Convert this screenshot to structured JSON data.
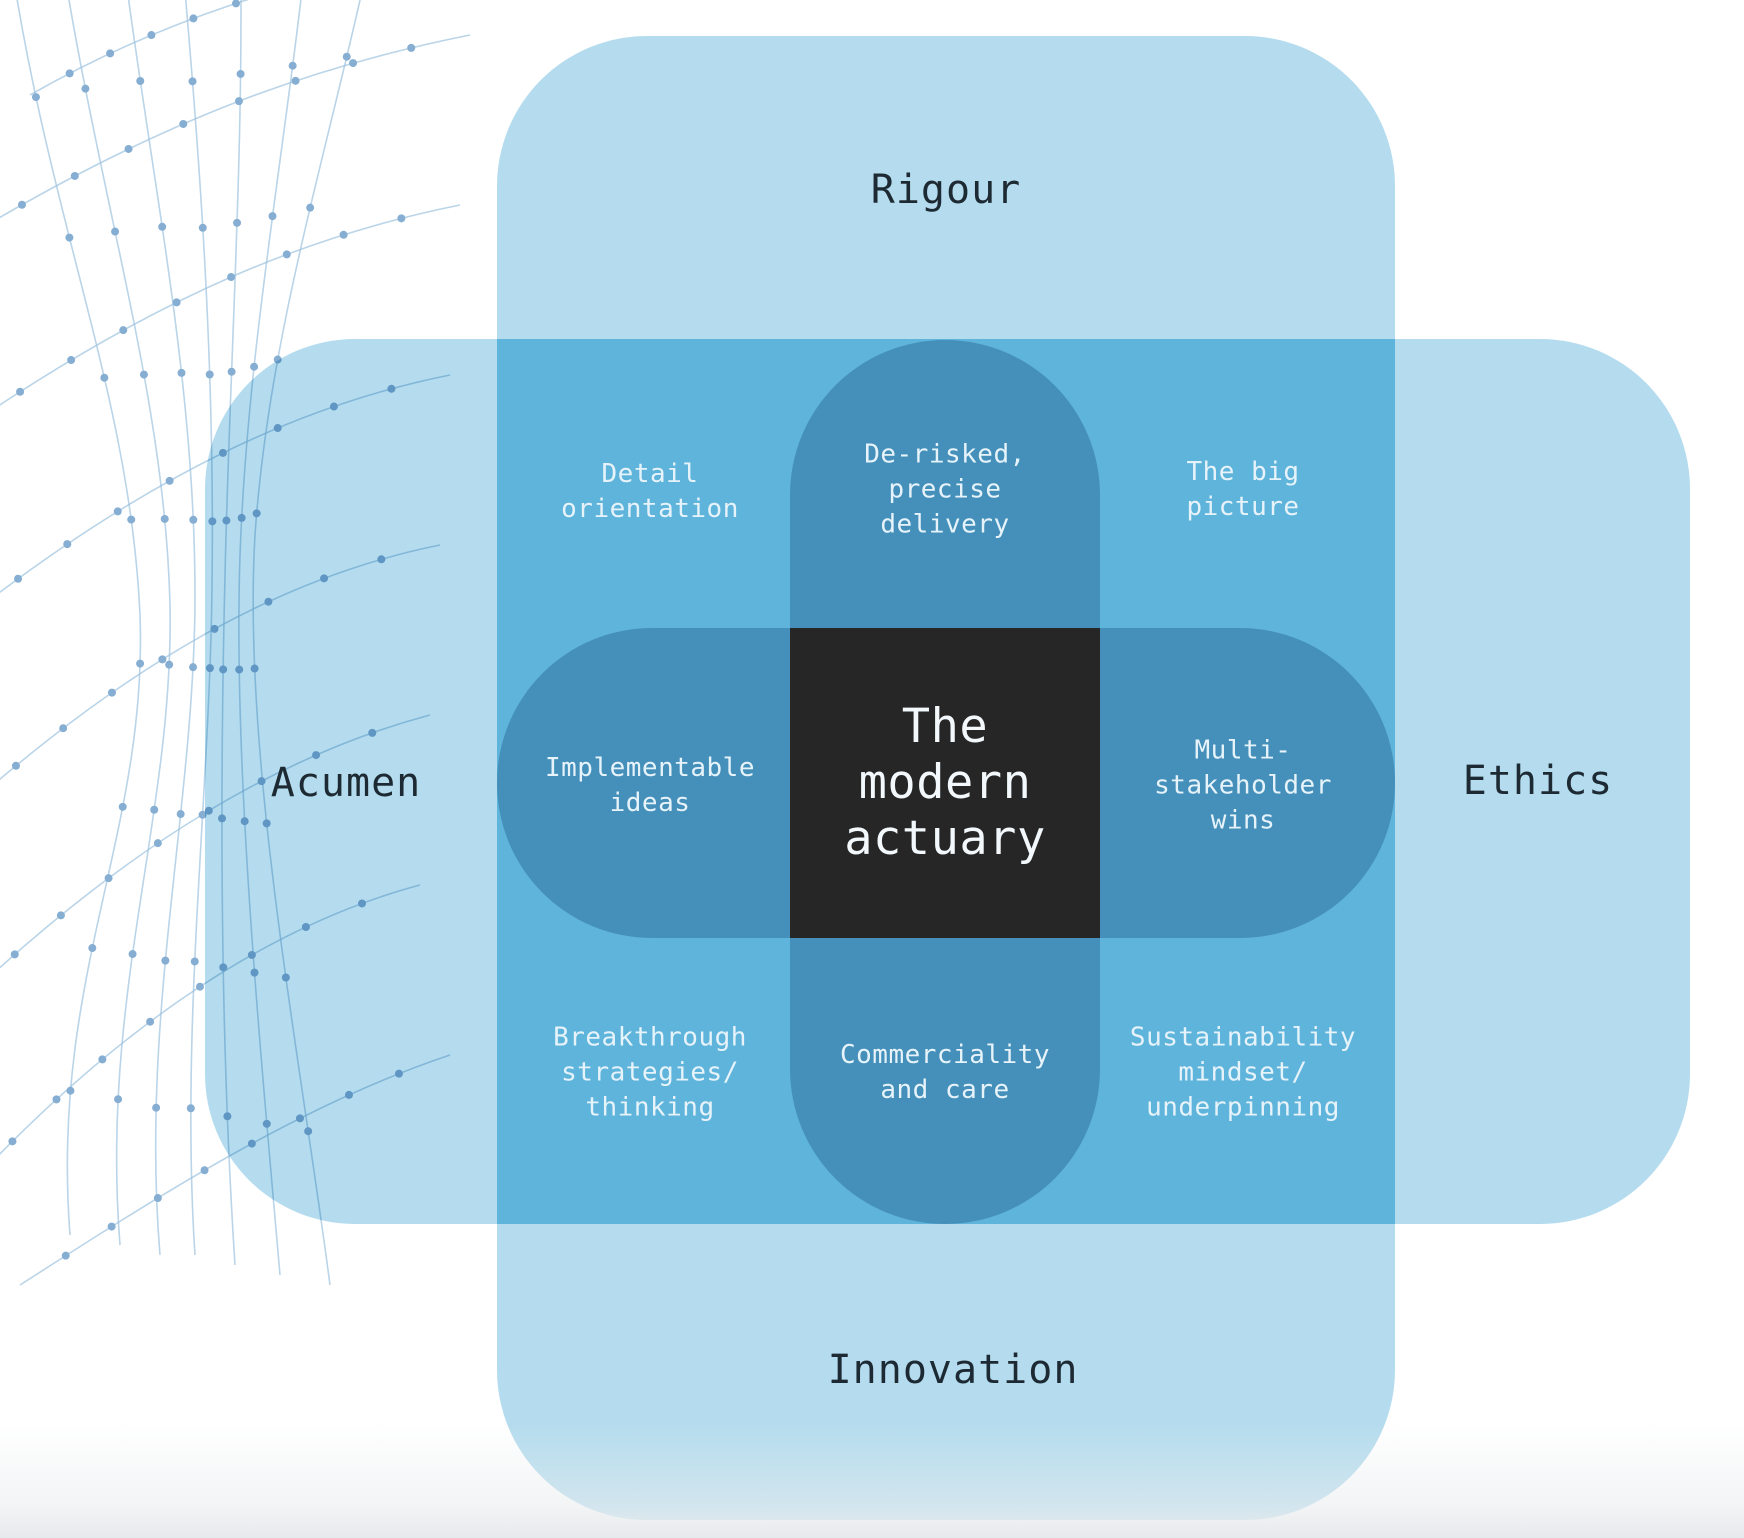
{
  "figure": {
    "center": {
      "lines": [
        "The",
        "modern",
        "actuary"
      ]
    },
    "outer_labels": {
      "top": "Rigour",
      "left": "Acumen",
      "right": "Ethics",
      "bottom": "Innovation"
    },
    "pill_notes": {
      "top": {
        "lines": [
          "De-risked,",
          "precise",
          "delivery"
        ]
      },
      "left": {
        "lines": [
          "Implementable",
          "ideas"
        ]
      },
      "right": {
        "lines": [
          "Multi-",
          "stakeholder",
          "wins"
        ]
      },
      "bottom": {
        "lines": [
          "Commerciality",
          "and care"
        ]
      }
    },
    "quadrant_notes": {
      "top_left": {
        "lines": [
          "Detail",
          "orientation"
        ]
      },
      "top_right": {
        "lines": [
          "The big",
          "picture"
        ]
      },
      "bottom_left": {
        "lines": [
          "Breakthrough",
          "strategies/",
          "thinking"
        ]
      },
      "bottom_right": {
        "lines": [
          "Sustainability",
          "mindset/",
          "underpinning"
        ]
      }
    },
    "colors": {
      "light_rect": "#b4dcee",
      "rect_overlap": "#5fb4db",
      "pill": "#4590ba",
      "center_square": "#262626",
      "dark_label_text": "#1d2a33",
      "light_note_text": "#e7f3fa",
      "mesh_line": "#9cc2de",
      "bottom_fade": "#e7eaec"
    }
  }
}
